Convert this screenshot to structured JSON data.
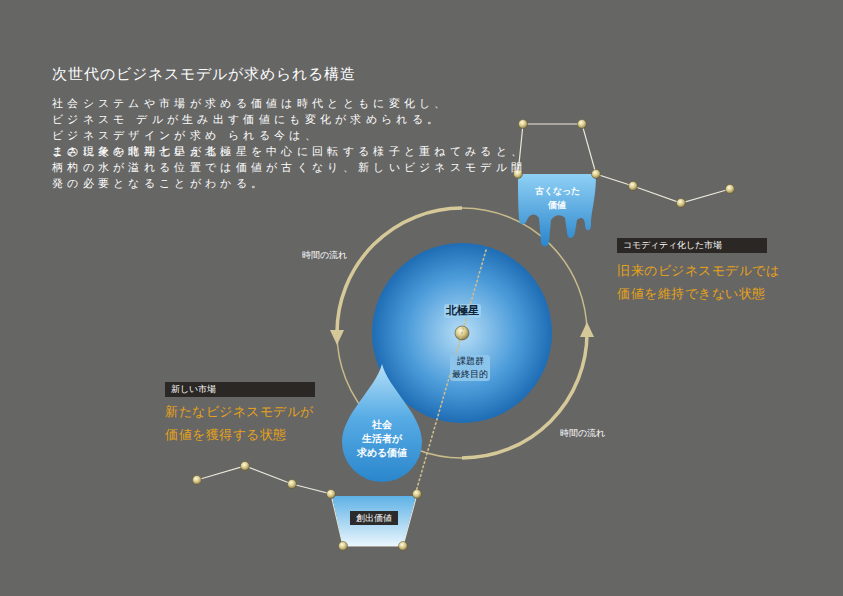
{
  "diagram": {
    "title": "次世代のビジネスモデルが求められる構造",
    "nodes": [
      {
        "text": [
          "古くなった 価値"
        ]
      },
      {
        "text": [
          "コモディティ化した市場"
        ]
      },
      {
        "text": [
          "北極星",
          "課題群 最終目的"
        ]
      },
      {
        "text": [
          "新しい市場"
        ]
      },
      {
        "text": [
          "社会 生活者が 求める価値"
        ]
      },
      {
        "text": [
          "創出価値"
        ]
      }
    ],
    "edges": [
      {
        "from": 0,
        "to": 5,
        "arrow": "none"
      }
    ],
    "labels": [
      "社会システムや市場が求める価値は時代とともに変化し、ビジネスモ デルが生み出す価値にも変化が求められる。ビジネスデザインが求め られる今は、まさにその時期といえる。",
      "この現象を北斗七星が北極星を中心に回転する様子と重ねてみると、 柄杓の水が溢れる位置では価値が古くなり、新しいビジネスモデル開 発の必要となることがわかる。",
      "時間の流れ",
      "時間の流れ",
      "旧来のビジネスモデルでは 価値を維持できない状態",
      "新たなビジネスモデルが 価値を獲得する状態"
    ]
  }
}
